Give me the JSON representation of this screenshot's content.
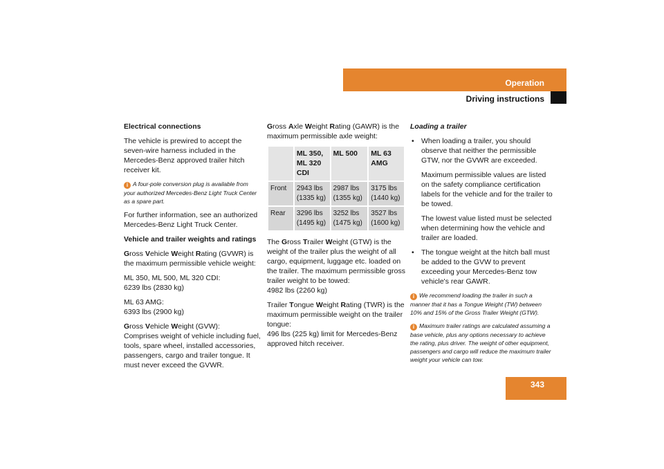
{
  "header": {
    "title": "Operation",
    "subtitle": "Driving instructions",
    "page_number": "343"
  },
  "col1": {
    "heading1": "Electrical connections",
    "para1": "The vehicle is prewired to accept the seven-wire harness included in the Mercedes-Benz approved trailer hitch receiver kit.",
    "note1": "A four-pole conversion plug is available from your authorized Mercedes-Benz Light Truck Center as a spare part.",
    "para2": "For further information, see an authorized Mercedes-Benz Light Truck Center.",
    "heading2": "Vehicle and trailer weights and ratings",
    "gvwr": {
      "l1": "G",
      "w1": "ross ",
      "l2": "V",
      "w2": "ehicle ",
      "l3": "W",
      "w3": "eight ",
      "l4": "R",
      "w4": "ating (GVWR) is the maximum permissible vehicle weight:"
    },
    "models_a_label": "ML 350, ML 500, ML 320 CDI:",
    "models_a_value": "6239 lbs (2830 kg)",
    "models_b_label": "ML 63 AMG:",
    "models_b_value": "6393 lbs (2900 kg)",
    "gvw": {
      "l1": "G",
      "w1": "ross ",
      "l2": "V",
      "w2": "ehicle ",
      "l3": "W",
      "w3": "eight (GVW):",
      "text": "Comprises weight of vehicle including fuel, tools, spare wheel, installed accessories, passengers, cargo and trailer tongue. It must never exceed the GVWR."
    }
  },
  "col2": {
    "gawr": {
      "l1": "G",
      "w1": "ross ",
      "l2": "A",
      "w2": "xle ",
      "l3": "W",
      "w3": "eight ",
      "l4": "R",
      "w4": "ating (GAWR) is the maximum permissible axle weight:"
    },
    "table": {
      "headers": [
        "",
        "ML 350, ML 320 CDI",
        "ML 500",
        "ML 63 AMG"
      ],
      "rows": [
        [
          "Front",
          "2943 lbs (1335 kg)",
          "2987 lbs (1355 kg)",
          "3175 lbs (1440 kg)"
        ],
        [
          "Rear",
          "3296 lbs (1495 kg)",
          "3252 lbs (1475 kg)",
          "3527 lbs (1600 kg)"
        ]
      ]
    },
    "gtw": {
      "w0": "The ",
      "l1": "G",
      "w1": "ross ",
      "l2": "T",
      "w2": "railer ",
      "l3": "W",
      "w3": "eight (GTW) is the weight of the trailer plus the weight of all cargo, equipment, luggage etc. loaded on the trailer. The maximum permissible gross trailer weight to be towed:",
      "value": "4982 lbs (2260 kg)"
    },
    "twr": {
      "w0": "Trailer ",
      "l1": "T",
      "w1": "ongue ",
      "l2": "W",
      "w2": "eight ",
      "l3": "R",
      "w3": "ating (TWR) is the maximum permissible weight on the trailer tongue:",
      "value": "496 lbs (225 kg) limit for Mercedes-Benz approved hitch receiver."
    }
  },
  "col3": {
    "heading": "Loading a trailer",
    "bullet1_p1": "When loading a trailer, you should observe that neither the permissible GTW, nor the GVWR are exceeded.",
    "bullet1_p2": "Maximum permissible values are listed on the safety compliance certification labels for the vehicle and for the trailer to be towed.",
    "bullet1_p3": "The lowest value listed must be selected when determining how the vehicle and trailer are loaded.",
    "bullet2": "The tongue weight at the hitch ball must be added to the GVW to prevent exceeding your Mercedes-Benz tow vehicle's rear GAWR.",
    "note1": "We recommend loading the trailer in such a manner that it has a Tongue Weight (TW) between 10% and 15% of the Gross Trailer Weight (GTW).",
    "note2": "Maximum trailer ratings are calculated assuming a base vehicle, plus any options necessary to achieve the rating, plus driver. The weight of other equipment, passengers and cargo will reduce the maximum trailer weight your vehicle can tow."
  },
  "icons": {
    "info": "i"
  },
  "colors": {
    "accent": "#e5852f"
  }
}
